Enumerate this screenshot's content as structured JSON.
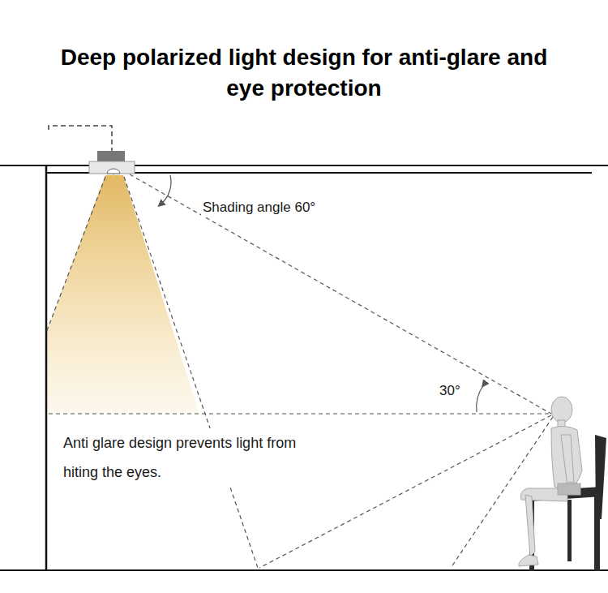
{
  "diagram": {
    "title": "Deep polarized light design for anti-glare and eye protection",
    "labels": [
      "Shading angle 60°",
      "30°",
      "Anti glare design prevents light from hiting the eyes."
    ]
  }
}
